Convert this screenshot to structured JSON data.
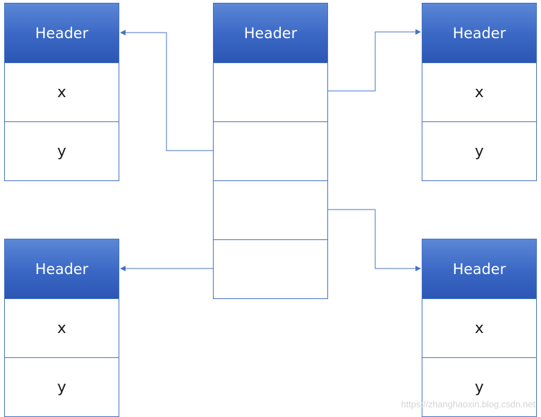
{
  "boxes": {
    "left_top": {
      "header": "Header",
      "rows": [
        "x",
        "y"
      ]
    },
    "center": {
      "header": "Header",
      "rows": [
        "",
        "",
        "",
        ""
      ]
    },
    "right_top": {
      "header": "Header",
      "rows": [
        "x",
        "y"
      ]
    },
    "left_bottom": {
      "header": "Header",
      "rows": [
        "x",
        "y"
      ]
    },
    "right_bottom": {
      "header": "Header",
      "rows": [
        "x",
        "y"
      ]
    }
  },
  "colors": {
    "header_fill": "#3a67c4",
    "border": "#4472c4",
    "connector": "#4472c4"
  },
  "watermark": "https://zhanghaoxin.blog.csdn.net"
}
